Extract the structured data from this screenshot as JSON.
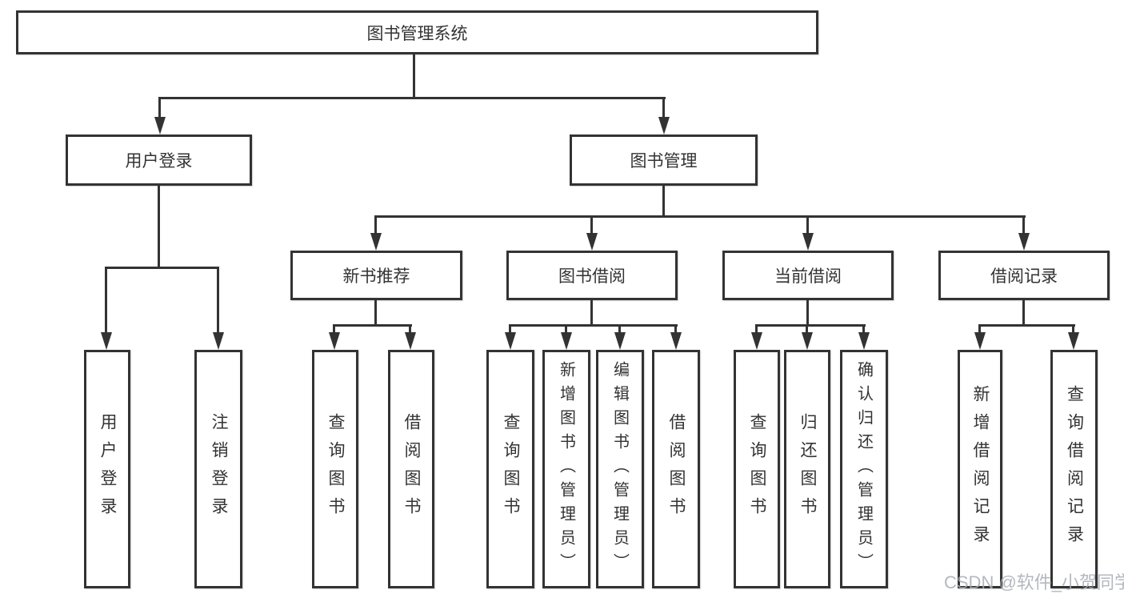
{
  "nodes": {
    "root": "图书管理系统",
    "userLogin": "用户登录",
    "bookMgmt": "图书管理",
    "newBook": "新书推荐",
    "bookBorrow": "图书借阅",
    "currentBorrow": "当前借阅",
    "borrowRecord": "借阅记录",
    "leaves": {
      "userLogin": [
        "用户登录",
        "注销登录"
      ],
      "newBook": [
        "查询图书",
        "借阅图书"
      ],
      "bookBorrow": [
        "查询图书",
        "新增图书（管理员）",
        "编辑图书（管理员）",
        "借阅图书"
      ],
      "currentBorrow": [
        "查询图书",
        "归还图书",
        "确认归还（管理员）"
      ],
      "borrowRecord": [
        "新增借阅记录",
        "查询借阅记录"
      ]
    }
  },
  "watermark": "CSDN @软件_小贺同学",
  "colors": {
    "line": "#333333",
    "text": "#333333",
    "background": "#ffffff",
    "box_fill": "#ffffff",
    "watermark": "#a8acb4"
  }
}
